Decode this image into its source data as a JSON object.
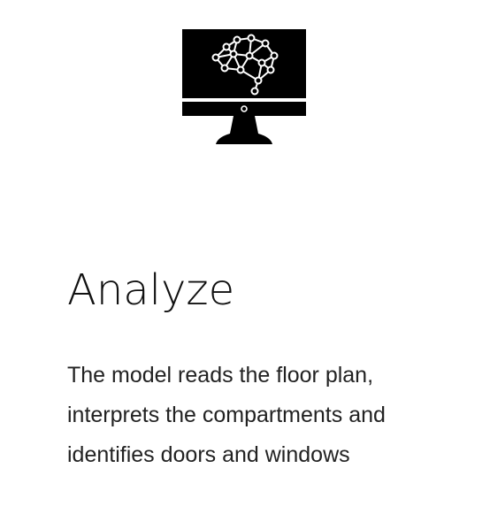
{
  "card": {
    "icon": "monitor-neural-network-icon",
    "title": "Analyze",
    "description_lines": [
      "The model reads the floor plan,",
      "interprets the compartments and",
      "identifies doors and windows"
    ]
  },
  "colors": {
    "background": "#ffffff",
    "icon": "#000000",
    "text": "#111111"
  }
}
